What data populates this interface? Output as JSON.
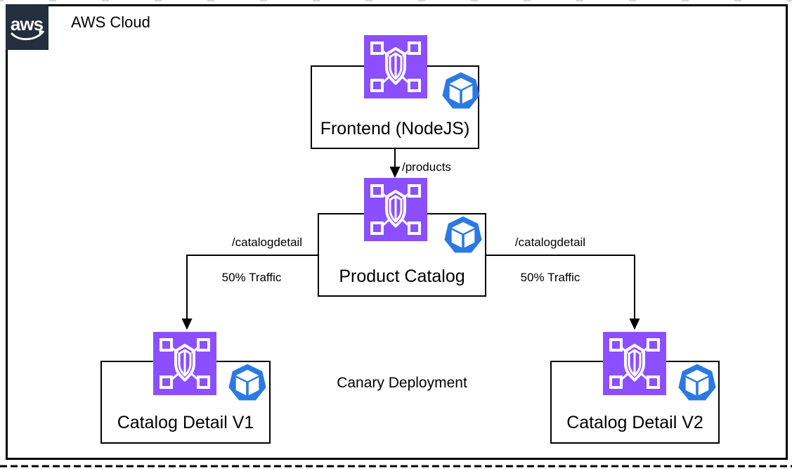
{
  "diagram": {
    "cloud": {
      "logo_text": "aws",
      "label": "AWS Cloud"
    },
    "nodes": [
      {
        "id": "frontend",
        "label": "Frontend (NodeJS)",
        "icons": [
          "app-mesh-icon",
          "kubernetes-pod-icon"
        ]
      },
      {
        "id": "product-catalog",
        "label": "Product Catalog",
        "icons": [
          "app-mesh-icon",
          "kubernetes-pod-icon"
        ]
      },
      {
        "id": "catalog-detail-v1",
        "label": "Catalog Detail V1",
        "icons": [
          "app-mesh-icon",
          "kubernetes-pod-icon"
        ]
      },
      {
        "id": "catalog-detail-v2",
        "label": "Catalog Detail V2",
        "icons": [
          "app-mesh-icon",
          "kubernetes-pod-icon"
        ]
      }
    ],
    "edges": [
      {
        "from": "frontend",
        "to": "product-catalog",
        "label": "/products"
      },
      {
        "from": "product-catalog",
        "to": "catalog-detail-v1",
        "label": "/catalogdetail",
        "sublabel": "50% Traffic"
      },
      {
        "from": "product-catalog",
        "to": "catalog-detail-v2",
        "label": "/catalogdetail",
        "sublabel": "50% Traffic"
      }
    ],
    "annotation": "Canary Deployment"
  },
  "colors": {
    "mesh_purple": "#8C4FFF",
    "pod_blue": "#2B79E3",
    "aws_navy": "#232F3E",
    "line": "#000000"
  }
}
